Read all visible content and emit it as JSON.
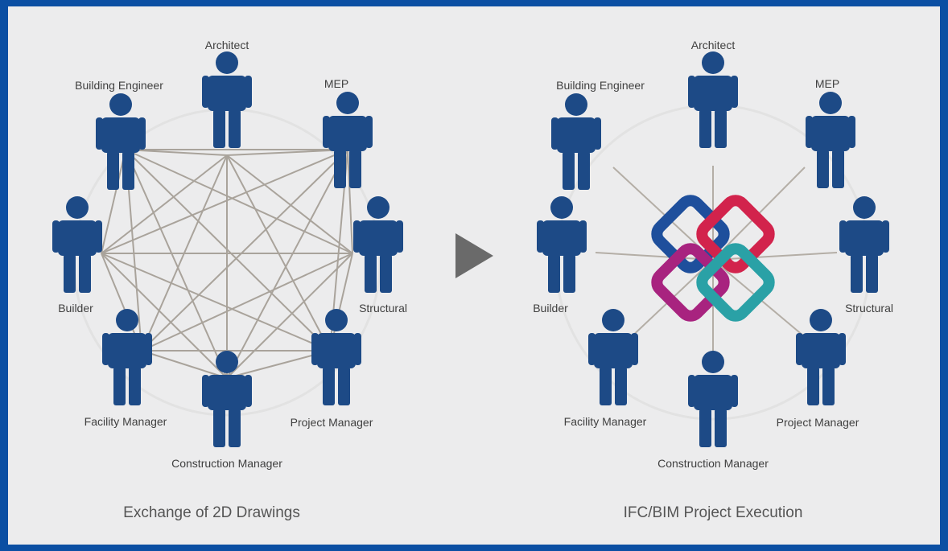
{
  "left_diagram": {
    "caption": "Exchange of 2D Drawings",
    "nodes": [
      {
        "label": "Architect"
      },
      {
        "label": "MEP"
      },
      {
        "label": "Structural"
      },
      {
        "label": "Project Manager"
      },
      {
        "label": "Construction Manager"
      },
      {
        "label": "Facility Manager"
      },
      {
        "label": "Builder"
      },
      {
        "label": "Building Engineer"
      }
    ]
  },
  "right_diagram": {
    "caption": "IFC/BIM Project Execution",
    "nodes": [
      {
        "label": "Architect"
      },
      {
        "label": "MEP"
      },
      {
        "label": "Structural"
      },
      {
        "label": "Project Manager"
      },
      {
        "label": "Construction Manager"
      },
      {
        "label": "Facility Manager"
      },
      {
        "label": "Builder"
      },
      {
        "label": "Building Engineer"
      }
    ],
    "hub_logo": {
      "name": "ifc-logo",
      "colors": [
        "#1e4f9c",
        "#d2234c",
        "#a8237f",
        "#2aa1a6"
      ]
    }
  },
  "arrow_icon": "play-arrow-icon",
  "colors": {
    "person": "#1d4a86",
    "border": "#0b4fa3",
    "background": "#ececed"
  }
}
